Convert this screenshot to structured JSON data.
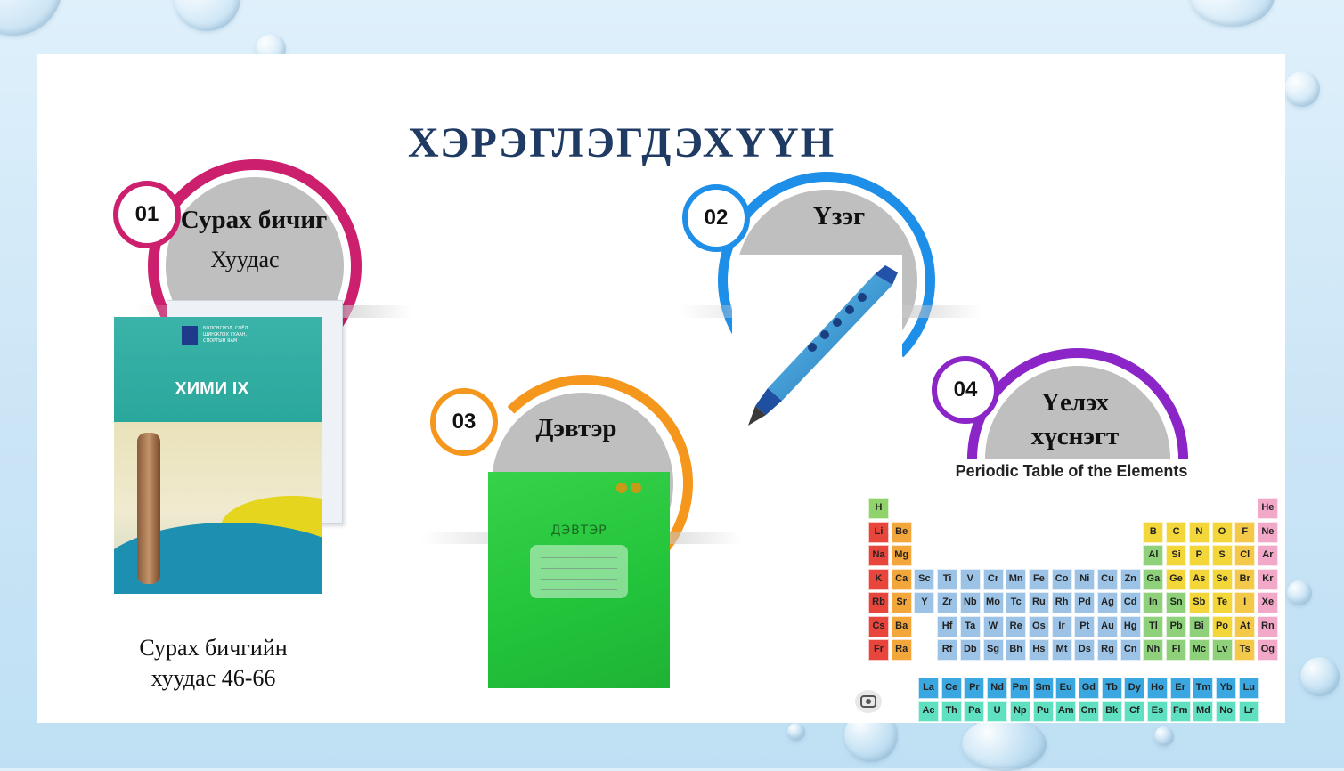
{
  "slide": {
    "title": "ХЭРЭГЛЭГДЭХҮҮН"
  },
  "items": [
    {
      "number": "01",
      "label": "Сурах бичиг",
      "sublabel": "Хуудас",
      "color": "#cc1f6d"
    },
    {
      "number": "02",
      "label": "Үзэг",
      "color": "#1e8fe8"
    },
    {
      "number": "03",
      "label": "Дэвтэр",
      "color": "#f5961d"
    },
    {
      "number": "04",
      "label": "Үелэх хүснэгт",
      "color": "#8b25c8"
    }
  ],
  "textbook": {
    "cover_title": "ХИМИ IX",
    "publisher": "БОЛОВСРОЛ, СОЁЛ, ШИНЖЛЭХ УХААН, СПОРТЫН ЯАМ",
    "caption_line1": "Сурах бичгийн",
    "caption_line2": "хуудас 46-66"
  },
  "notebook": {
    "cover_text": "ДЭВТЭР"
  },
  "periodic_table": {
    "title": "Periodic Table of the Elements",
    "main_rows": [
      [
        "H",
        "",
        "",
        "",
        "",
        "",
        "",
        "",
        "",
        "",
        "",
        "",
        "",
        "",
        "",
        "",
        "",
        "He"
      ],
      [
        "Li",
        "Be",
        "",
        "",
        "",
        "",
        "",
        "",
        "",
        "",
        "",
        "",
        "B",
        "C",
        "N",
        "O",
        "F",
        "Ne"
      ],
      [
        "Na",
        "Mg",
        "",
        "",
        "",
        "",
        "",
        "",
        "",
        "",
        "",
        "",
        "Al",
        "Si",
        "P",
        "S",
        "Cl",
        "Ar"
      ],
      [
        "K",
        "Ca",
        "Sc",
        "Ti",
        "V",
        "Cr",
        "Mn",
        "Fe",
        "Co",
        "Ni",
        "Cu",
        "Zn",
        "Ga",
        "Ge",
        "As",
        "Se",
        "Br",
        "Kr"
      ],
      [
        "Rb",
        "Sr",
        "Y",
        "Zr",
        "Nb",
        "Mo",
        "Tc",
        "Ru",
        "Rh",
        "Pd",
        "Ag",
        "Cd",
        "In",
        "Sn",
        "Sb",
        "Te",
        "I",
        "Xe"
      ],
      [
        "Cs",
        "Ba",
        "",
        "Hf",
        "Ta",
        "W",
        "Re",
        "Os",
        "Ir",
        "Pt",
        "Au",
        "Hg",
        "Tl",
        "Pb",
        "Bi",
        "Po",
        "At",
        "Rn"
      ],
      [
        "Fr",
        "Ra",
        "",
        "Rf",
        "Db",
        "Sg",
        "Bh",
        "Hs",
        "Mt",
        "Ds",
        "Rg",
        "Cn",
        "Nh",
        "Fl",
        "Mc",
        "Lv",
        "Ts",
        "Og"
      ]
    ],
    "f_rows": [
      [
        "La",
        "Ce",
        "Pr",
        "Nd",
        "Pm",
        "Sm",
        "Eu",
        "Gd",
        "Tb",
        "Dy",
        "Ho",
        "Er",
        "Tm",
        "Yb",
        "Lu"
      ],
      [
        "Ac",
        "Th",
        "Pa",
        "U",
        "Np",
        "Pu",
        "Am",
        "Cm",
        "Bk",
        "Cf",
        "Es",
        "Fm",
        "Md",
        "No",
        "Lr"
      ]
    ],
    "colors": {
      "alkali": "#e8463c",
      "alkaline": "#f3a63a",
      "transition": "#9cc3e6",
      "post_transition": "#8ed17a",
      "metalloid": "#f2d63a",
      "nonmetal": "#f2d63a",
      "halogen": "#f4c94a",
      "noble": "#f2a8c8",
      "lanthanide": "#3aa7e0",
      "actinide": "#5fe0c0",
      "hydrogen": "#8fd36a",
      "unknown": "#c8c8c8"
    }
  }
}
